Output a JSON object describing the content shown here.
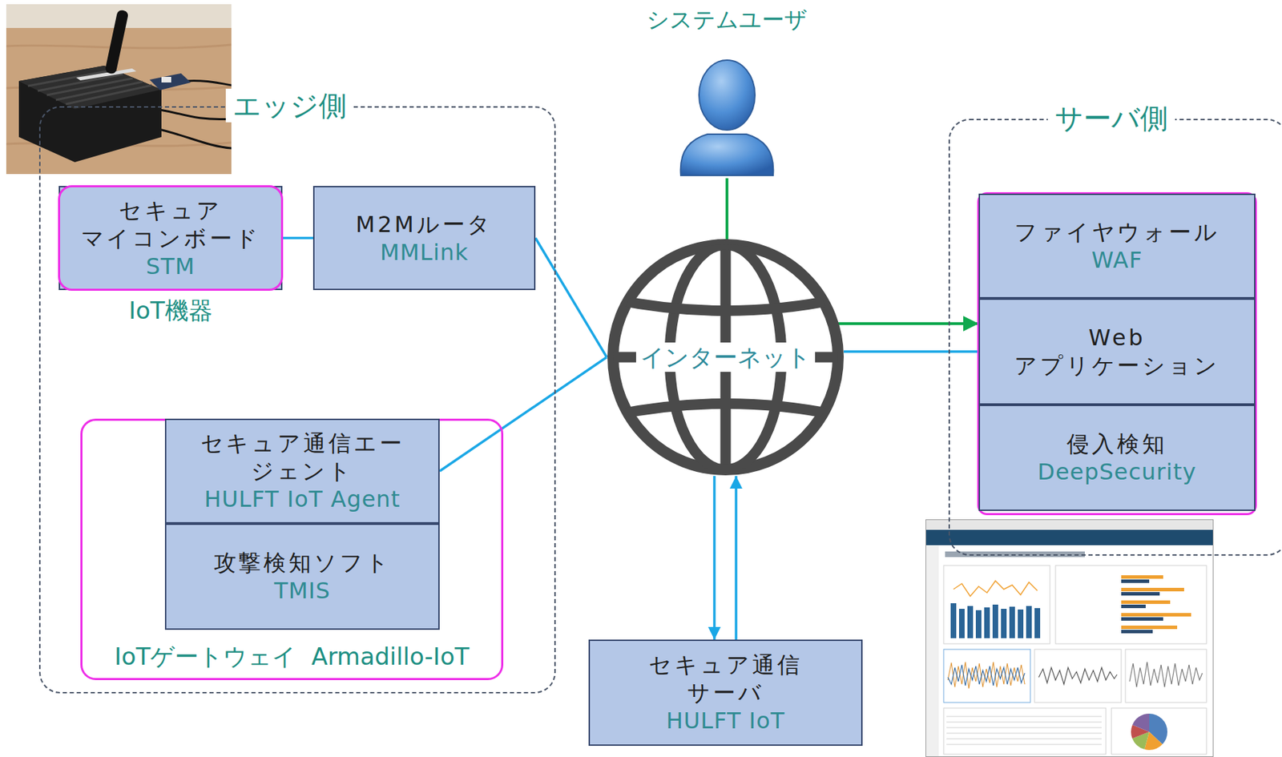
{
  "diagram": {
    "nodes": [
      {
        "text": [
          "エッジ側"
        ]
      },
      {
        "text": [
          "セキュア マイコンボード",
          "STM",
          "IoT機器"
        ],
        "in": 0
      },
      {
        "text": [
          "M2Mルータ",
          "MMLink"
        ],
        "in": 0
      },
      {
        "text": [
          "IoTゲートウェイ Armadillo-IoT"
        ],
        "in": 0
      },
      {
        "text": [
          "セキュア通信エー ジェント",
          "HULFT IoT Agent"
        ],
        "in": 3
      },
      {
        "text": [
          "攻撃検知ソフト",
          "TMIS"
        ],
        "in": 3
      },
      {
        "text": [
          "システムユーザ"
        ]
      },
      {
        "text": [
          "インターネット"
        ]
      },
      {
        "text": [
          "サーバ側"
        ]
      },
      {
        "text": [
          "ファイヤウォール",
          "WAF"
        ],
        "in": 8
      },
      {
        "text": [
          "Web アプリケーション"
        ],
        "in": 8
      },
      {
        "text": [
          "侵入検知",
          "DeepSecurity"
        ],
        "in": 8
      },
      {
        "text": [
          "セキュア通信 サーバ",
          "HULFT IoT"
        ]
      }
    ],
    "edges": [
      {
        "from": 1,
        "to": 2,
        "arrow": "none"
      },
      {
        "from": 2,
        "to": 7,
        "arrow": "none"
      },
      {
        "from": 4,
        "to": 7,
        "arrow": "none"
      },
      {
        "from": 7,
        "to": 10,
        "arrow": "none"
      },
      {
        "from": 6,
        "to": 10,
        "arrow": "to"
      },
      {
        "from": 7,
        "to": 12,
        "arrow": "to"
      },
      {
        "from": 12,
        "to": 7,
        "arrow": "to"
      }
    ]
  }
}
